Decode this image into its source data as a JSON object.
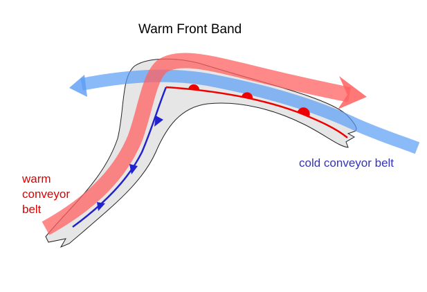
{
  "title": "Warm Front Band",
  "labels": {
    "warm_line1": "warm",
    "warm_line2": "conveyor",
    "warm_line3": "belt",
    "cold": "cold conveyor belt"
  },
  "colors": {
    "cloud": "#e6e6e6",
    "warm_belt": "#ff7070",
    "cold_belt": "#5a9cf5",
    "cold_front": "#2222cc",
    "warm_front": "#ee0000"
  }
}
